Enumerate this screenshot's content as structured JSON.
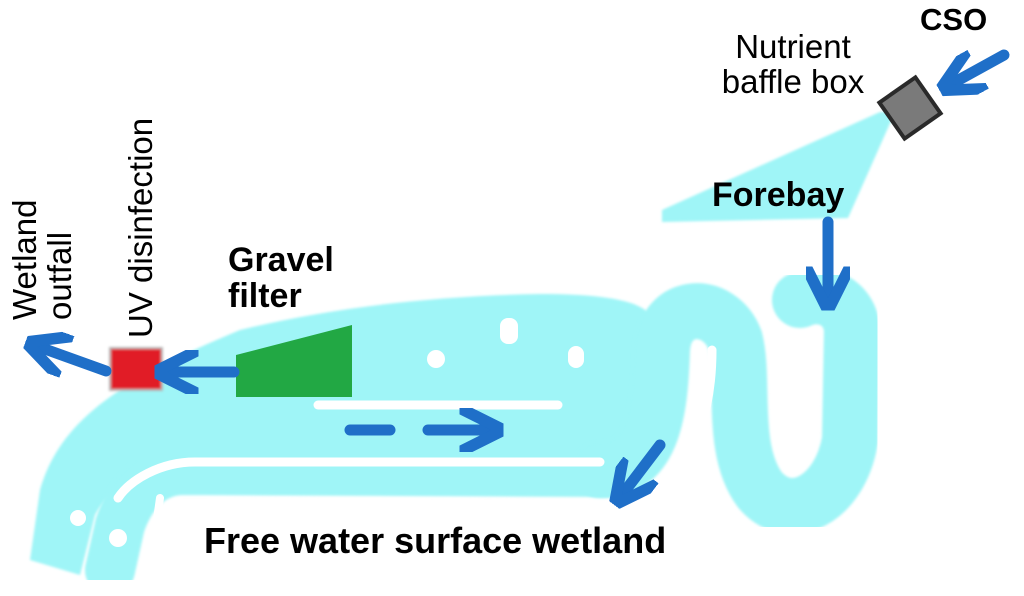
{
  "labels": {
    "cso": "CSO",
    "nutrient_baffle_box_line1": "Nutrient",
    "nutrient_baffle_box_line2": "baffle box",
    "forebay": "Forebay",
    "gravel_filter_line1": "Gravel",
    "gravel_filter_line2": "filter",
    "uv_disinfection": "UV disinfection",
    "wetland_outfall_line1": "Wetland",
    "wetland_outfall_line2": "outfall",
    "free_water_surface_wetland": "Free water surface wetland"
  },
  "colors": {
    "water": "#9ff5f7",
    "arrow": "#1f6fc8",
    "gravel_filter": "#22a844",
    "uv_box": "#e11f26",
    "baffle_box": "#7a7a7a",
    "text": "#000000"
  },
  "icons": {
    "flow_arrow": "arrow-icon",
    "baffle_box": "square-box-icon",
    "uv_unit": "square-box-icon"
  }
}
